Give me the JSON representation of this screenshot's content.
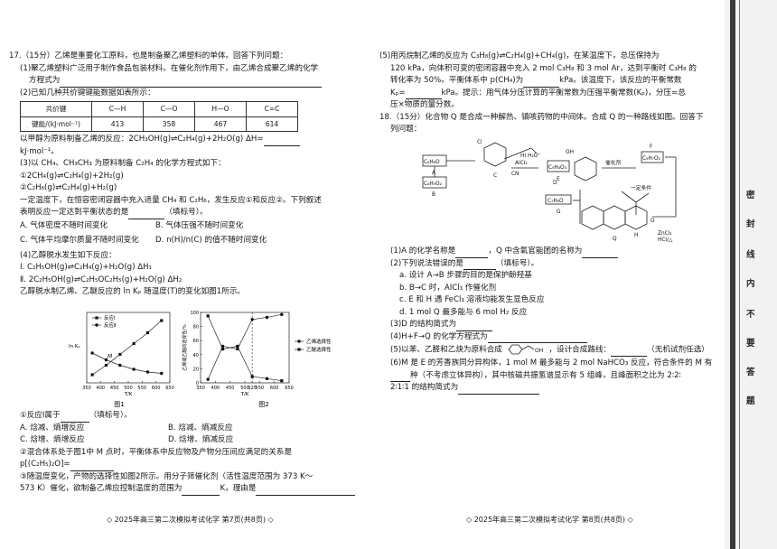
{
  "left": {
    "lines": [
      "17.（15分）乙烯是重要化工原料，也是制备聚乙烯塑料的单体。回答下列问题：",
      "(1)聚乙烯塑料广泛用于制作食品包装材料。在催化剂作用下，由乙烯合成聚乙烯的化学",
      "方程式为",
      "(2)已知几种共价键键能数据如表所示：",
      "以甲醇为原料制备乙烯的反应：2CH₃OH(g)⇌C₂H₄(g)+2H₂O(g)  ΔH=",
      "kJ·mol⁻¹。",
      "(3)以 CH₄、CH₃CH₃ 为原料制备 C₂H₄ 的化学方程式如下：",
      "①2CH₄(g)⇌C₂H₄(g)+2H₂(g)",
      "②C₂H₆(g)⇌C₂H₄(g)+H₂(g)",
      "一定温度下，在恒容密闭容器中充入适量 CH₄ 和 C₂H₆，发生反应①和反应②。下列叙述",
      "表明反应一定达到平衡状态的是",
      "（填标号）。",
      "(4)乙醇脱水发生如下反应：",
      "Ⅰ. C₂H₅OH(g)⇌C₂H₄(g)+H₂O(g)  ΔH₁",
      "Ⅱ. 2C₂H₅OH(g)⇌C₂H₅OC₂H₅(g)+H₂O(g)  ΔH₂",
      "乙醇脱水制乙烯、乙醚反应的 ln Kₚ 随温度(T)的变化如图1所示。",
      "①反应Ⅰ属于",
      "（填标号）。",
      "②混合体系处于图1中 M 点时，平衡体系中反应物及产物分压间应满足的关系是",
      "p[(C₂H₅)₂O]=",
      "③随温度变化，产物的选择性如图2所示。用分子筛催化剂（活性温度范围为 373 K～",
      "573 K）催化，欲制备乙烯应控制温度的范围为",
      "K，理由是"
    ],
    "table": {
      "headers": [
        "共价键",
        "C—H",
        "C—O",
        "H—O",
        "C=C"
      ],
      "row": [
        "键能/(kJ·mol⁻¹)",
        "413",
        "358",
        "467",
        "614"
      ]
    },
    "options3": [
      "A. 气体密度不随时间变化",
      "B. 气体压强不随时间变化",
      "C. 气体平均摩尔质量不随时间变化",
      "D. n(H)/n(C) 的值不随时间变化"
    ],
    "options4": [
      "A. 焓减、熵增反应",
      "B. 焓减、熵减反应",
      "C. 焓增、熵增反应",
      "D. 焓增、熵减反应"
    ]
  },
  "chart_data": [
    {
      "type": "line",
      "caption": "图1",
      "xlabel": "T/K",
      "ylabel": "ln Kₚ",
      "x": [
        350,
        400,
        450,
        500,
        550,
        600,
        650
      ],
      "xlim": [
        350,
        650
      ],
      "series": [
        {
          "name": "反应Ⅰ",
          "marker": "square",
          "x": [
            370,
            420,
            470,
            520,
            570,
            620
          ],
          "y": [
            0.4,
            1.1,
            1.9,
            2.7,
            3.5,
            4.4
          ]
        },
        {
          "name": "反应Ⅱ",
          "marker": "circle",
          "x": [
            370,
            420,
            470,
            520,
            570,
            620
          ],
          "y": [
            2.0,
            1.5,
            1.1,
            0.8,
            0.6,
            0.5
          ]
        }
      ],
      "annotations": [
        "M"
      ]
    },
    {
      "type": "line",
      "caption": "图2",
      "xlabel": "T/K",
      "ylabel": "乙烯或乙醚的选择性/%",
      "x": [
        350,
        400,
        450,
        500,
        525,
        550,
        600,
        650
      ],
      "y_ticks": [
        0,
        20,
        40,
        60,
        80,
        100
      ],
      "ylim": [
        0,
        100
      ],
      "xlim": [
        350,
        650
      ],
      "series": [
        {
          "name": "乙烯选择性",
          "marker": "circle",
          "x": [
            375,
            425,
            475,
            525,
            575,
            625
          ],
          "y": [
            5,
            52,
            48,
            90,
            93,
            97
          ]
        },
        {
          "name": "乙醚选择性",
          "marker": "square",
          "x": [
            375,
            425,
            475,
            525,
            575,
            625
          ],
          "y": [
            95,
            48,
            52,
            9,
            6,
            3
          ]
        }
      ]
    }
  ],
  "right": {
    "lines": [
      "(5)用丙烷制乙烯的反应为 C₃H₈(g)⇌C₂H₄(g)+CH₄(g)，在某温度下，总压保持为",
      "120 kPa，向体积可变的密闭容器中充入 2 mol C₃H₈ 和 3 mol Ar，达到平衡时 C₃H₈ 的",
      "转化率为 50%。平衡体系中 p(CH₄)为",
      "kPa。该温度下，该反应的平衡常数",
      "Kₚ=",
      "kPa。提示：用气体分压计算的平衡常数为压强平衡常数(Kₚ)，分压=总",
      "压×物质的量分数。",
      "18.（15分）化合物 Q 是合成一种解热、镇咳药物的中间体。合成 Q 的一种路线如图。回答下",
      "列问题：",
      "(1)A 的化学名称是",
      "，Q 中含氧官能团的名称为",
      "(2)下列说法错误的是",
      "（填标号）。",
      "a. 设计 A→B 步骤的目的是保护酚羟基",
      "b. B→C 时，AlCl₃ 作催化剂",
      "c. E 和 H 遇 FeCl₃ 溶液均能发生显色反应",
      "d. 1 mol Q 最多能与 6 mol H₂ 反应",
      "(3)D 的结构简式为",
      "(4)H+F→Q 的化学方程式为",
      "(5)以苯、乙醛和乙炔为原料合成",
      "，设计合成路线：",
      "（无机试剂任选）",
      "(6)M 是 E 的芳香族同分异构体，1 mol M 最多能与 2 mol NaHCO₃ 反应，符合条件的 M 有",
      "种（不考虑立体异构），其中核磁共振氢谱显示有 5 组峰，且峰面积之比为 2∶2∶",
      "2∶1∶1 的结构简式为"
    ],
    "scheme_labels": [
      "C₆H₆O",
      "A",
      "C₆H₅O₂",
      "B",
      "Cl",
      "CN",
      "AlCl₃",
      "C",
      "HI",
      "H₂O⁺",
      "D",
      "催化剂",
      "C₉H₈O₃",
      "E",
      "C₉H₇O₂",
      "F",
      "C₇H₈O",
      "G",
      "一定条件",
      "H",
      "ZnCl₂",
      "HCl/△",
      "Q",
      "O",
      "OH"
    ]
  },
  "footers": [
    "◇ 2025年高三第二次模拟考试化学  第7页(共8页) ◇",
    "◇ 2025年高三第二次模拟考试化学  第8页(共8页) ◇"
  ],
  "seal_chars": [
    "密",
    "封",
    "线",
    "内",
    "不",
    "要",
    "答",
    "题"
  ]
}
